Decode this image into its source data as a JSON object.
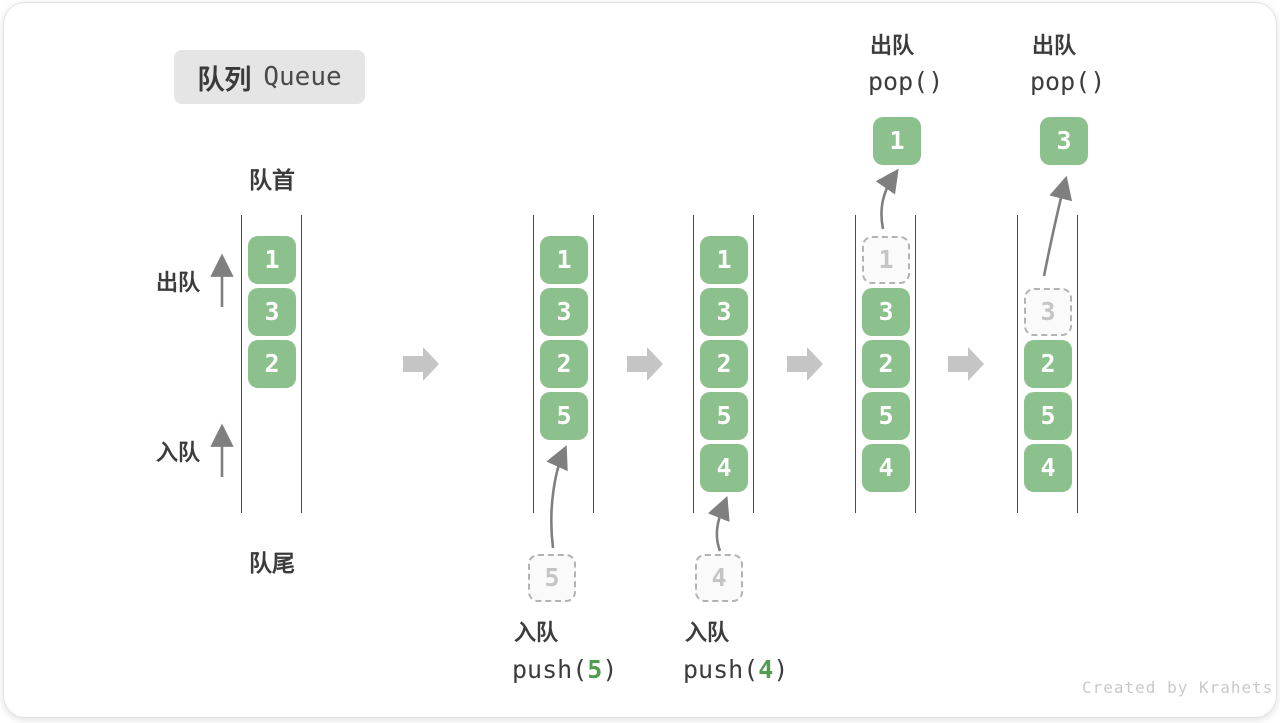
{
  "title": {
    "zh": "队列",
    "en": "Queue"
  },
  "endpoint_labels": {
    "front": "队首",
    "rear": "队尾"
  },
  "side_labels": {
    "dequeue": "出队",
    "enqueue": "入队"
  },
  "watermark": "Created by Krahets",
  "colors": {
    "element_green": "#8cc08c",
    "code_arg_green": "#4f9e4f",
    "block_arrow_gray": "#c5c5c5",
    "thin_arrow_gray": "#7f7f7f",
    "ghost_border": "#b3b3b3",
    "text_dark": "#3c3c3c",
    "badge_bg": "#e5e5e5"
  },
  "queues": [
    {
      "name": "state-initial",
      "slots": [
        {
          "v": "1",
          "style": "solid"
        },
        {
          "v": "3",
          "style": "solid"
        },
        {
          "v": "2",
          "style": "solid"
        },
        null,
        null
      ],
      "annotation": null
    },
    {
      "name": "state-after-push-5",
      "slots": [
        {
          "v": "1",
          "style": "solid"
        },
        {
          "v": "3",
          "style": "solid"
        },
        {
          "v": "2",
          "style": "solid"
        },
        {
          "v": "5",
          "style": "solid"
        },
        null
      ],
      "annotation": {
        "type": "push",
        "label": "入队",
        "code": {
          "pre": "push(",
          "arg": "5",
          "post": ")"
        },
        "ghost_value": "5"
      }
    },
    {
      "name": "state-after-push-4",
      "slots": [
        {
          "v": "1",
          "style": "solid"
        },
        {
          "v": "3",
          "style": "solid"
        },
        {
          "v": "2",
          "style": "solid"
        },
        {
          "v": "5",
          "style": "solid"
        },
        {
          "v": "4",
          "style": "solid"
        }
      ],
      "annotation": {
        "type": "push",
        "label": "入队",
        "code": {
          "pre": "push(",
          "arg": "4",
          "post": ")"
        },
        "ghost_value": "4"
      }
    },
    {
      "name": "state-after-pop-1",
      "slots": [
        {
          "v": "1",
          "style": "dashed"
        },
        {
          "v": "3",
          "style": "solid"
        },
        {
          "v": "2",
          "style": "solid"
        },
        {
          "v": "5",
          "style": "solid"
        },
        {
          "v": "4",
          "style": "solid"
        }
      ],
      "annotation": {
        "type": "pop",
        "label": "出队",
        "code": {
          "pre": "pop()",
          "arg": "",
          "post": ""
        },
        "popped_value": "1"
      }
    },
    {
      "name": "state-after-pop-3",
      "slots": [
        null,
        {
          "v": "3",
          "style": "dashed"
        },
        {
          "v": "2",
          "style": "solid"
        },
        {
          "v": "5",
          "style": "solid"
        },
        {
          "v": "4",
          "style": "solid"
        }
      ],
      "annotation": {
        "type": "pop",
        "label": "出队",
        "code": {
          "pre": "pop()",
          "arg": "",
          "post": ""
        },
        "popped_value": "3"
      }
    }
  ]
}
